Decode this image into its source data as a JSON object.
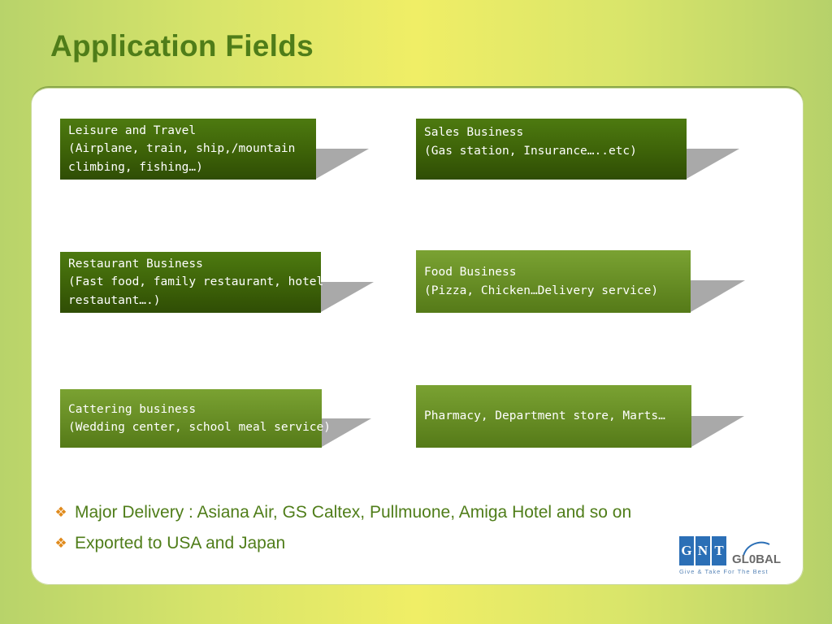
{
  "slide": {
    "title": "Application Fields"
  },
  "fields": [
    {
      "lines": [
        "Leisure and Travel",
        "(Airplane, train, ship,/mountain",
        "climbing, fishing…)"
      ]
    },
    {
      "lines": [
        "Sales Business",
        "(Gas station, Insurance…..etc)"
      ]
    },
    {
      "lines": [
        "Restaurant Business",
        "(Fast food, family restaurant, hotel",
        "restautant….)"
      ]
    },
    {
      "lines": [
        "Food Business",
        "(Pizza, Chicken…Delivery service)"
      ]
    },
    {
      "lines": [
        "Cattering business",
        "(Wedding center, school meal service)"
      ]
    },
    {
      "lines": [
        "Pharmacy, Department store, Marts…"
      ]
    }
  ],
  "bullets": [
    {
      "text": "Major Delivery : Asiana Air, GS Caltex, Pullmuone, Amiga Hotel and so on"
    },
    {
      "text": "Exported to USA and Japan"
    }
  ],
  "logo": {
    "letters": [
      "G",
      "N",
      "T"
    ],
    "word": "GL0BAL",
    "tagline": "Give & Take For The Best"
  },
  "icons": {
    "bullet": "diamond-cluster-icon"
  },
  "colors": {
    "title": "#4f7d19",
    "bullet_glyph": "#e08a1c",
    "logo_blue": "#2b6fb6"
  }
}
